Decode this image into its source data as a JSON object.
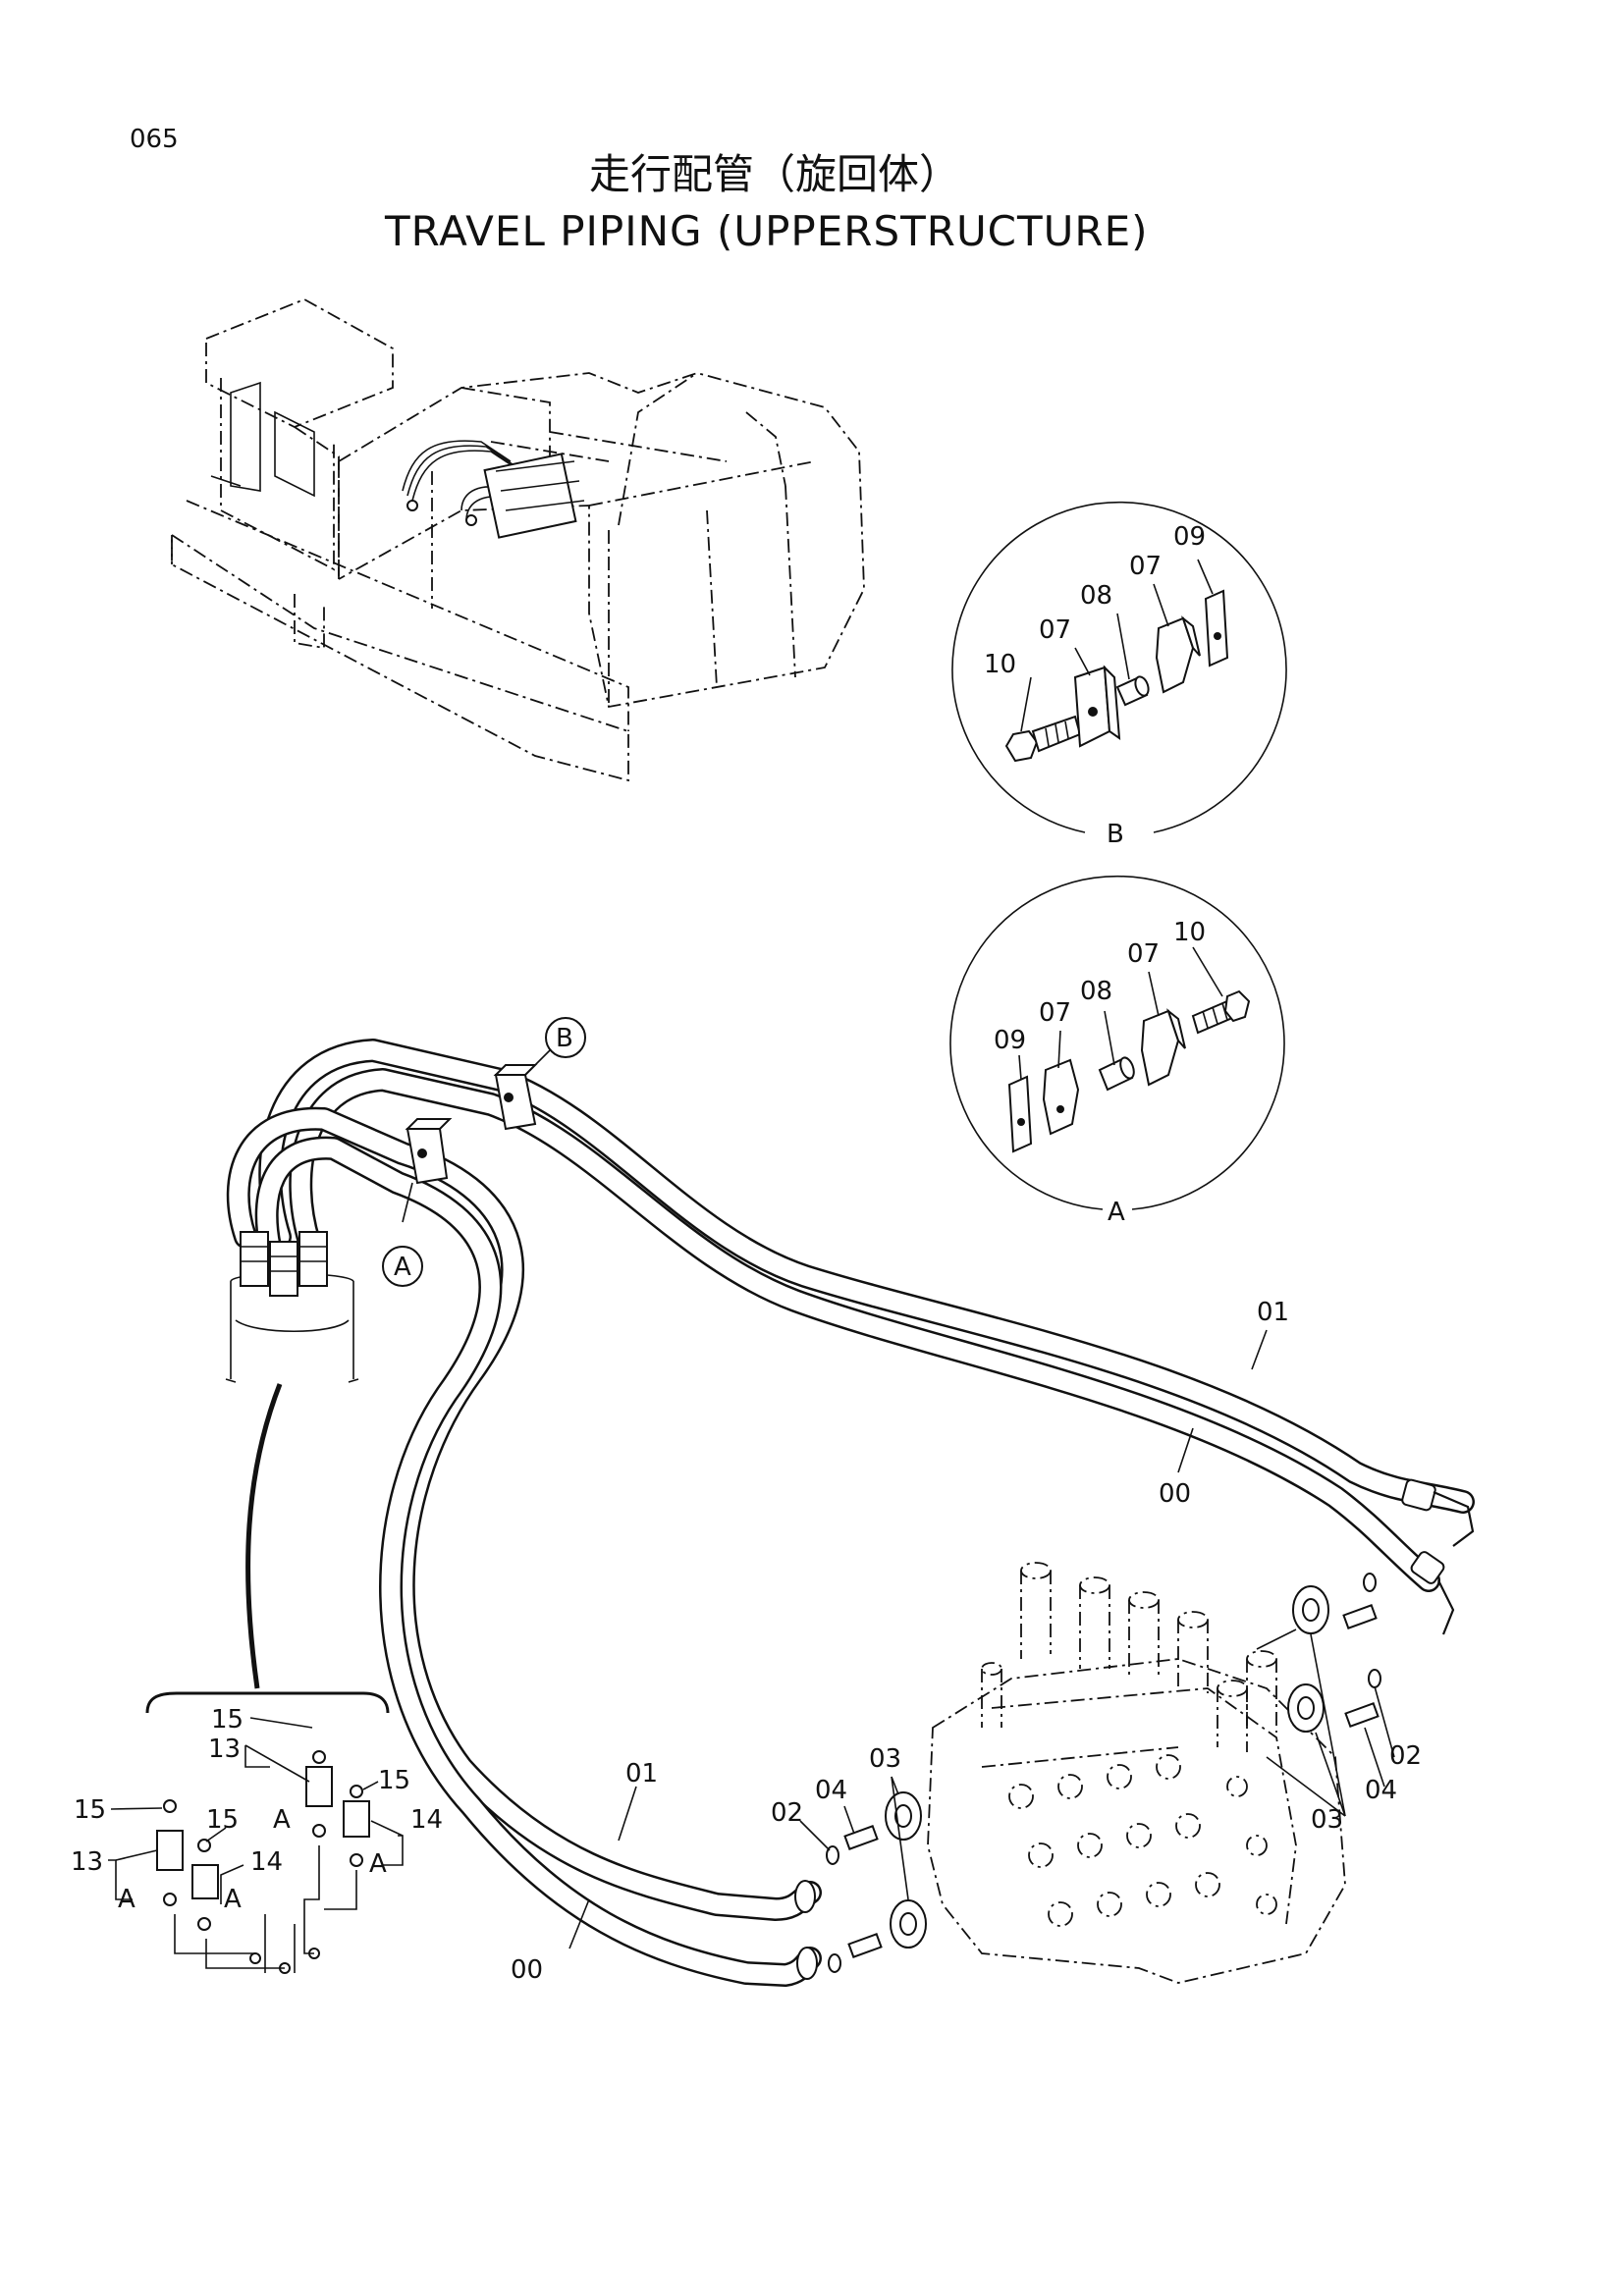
{
  "page_number": "065",
  "title_jp": "走行配管（旋回体）",
  "title_en": "TRAVEL PIPING (UPPERSTRUCTURE)",
  "callouts": {
    "detail_a": "A",
    "detail_b": "B"
  },
  "detail_b_labels": {
    "p10": "10",
    "p07a": "07",
    "p08": "08",
    "p07b": "07",
    "p09": "09",
    "caption": "B"
  },
  "detail_a_labels": {
    "p09": "09",
    "p07a": "07",
    "p08": "08",
    "p07b": "07",
    "p10": "10",
    "caption": "A"
  },
  "hose_labels": {
    "top01": "01",
    "top00": "00",
    "low01": "01",
    "low00": "00"
  },
  "valve_labels": {
    "l02": "02",
    "l04": "04",
    "l03": "03",
    "r02": "02",
    "r04": "04",
    "r03": "03"
  },
  "fitting_labels": {
    "a15": "15",
    "a13": "13",
    "aA1": "A",
    "a15b": "15",
    "a15c": "15",
    "a14a": "14",
    "a14b": "14",
    "a13b": "13",
    "a15d": "15",
    "aA2": "A",
    "aA3": "A",
    "aA4": "A"
  }
}
